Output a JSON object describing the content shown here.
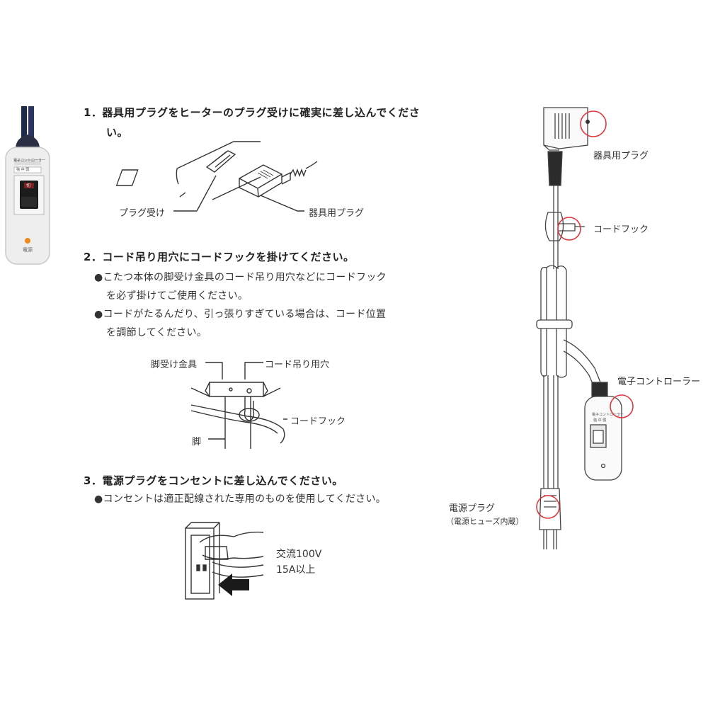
{
  "steps": {
    "s1_line1": "1．器具用プラグをヒーターのプラグ受けに確実に差し込んでくださ",
    "s1_line2": "い。",
    "s2_title": "2．コード吊り用穴にコードフックを掛けてください。",
    "s2_b1_line1": "●こたつ本体の脚受け金具のコード吊り用穴などにコードフック",
    "s2_b1_line2": "を必ず掛けてご使用ください。",
    "s2_b2_line1": "●コードがたるんだり、引っ張りすぎている場合は、コード位置",
    "s2_b2_line2": "を調節してください。",
    "s3_title": "3．電源プラグをコンセントに差し込んでください。",
    "s3_b1": "●コンセントは適正配線された専用のものを使用してください。"
  },
  "fig1": {
    "receptacle": "プラグ受け",
    "appliance_plug": "器具用プラグ"
  },
  "fig2": {
    "leg_bracket": "脚受け金具",
    "cord_hole": "コード吊り用穴",
    "cord_hook": "コードフック",
    "leg": "脚"
  },
  "fig3": {
    "ac_line1": "交流100V",
    "ac_line2": "15A以上"
  },
  "product": {
    "panel_text_top": "電子コントローラー",
    "panel_text_mid": "強 中 弱",
    "switch_mark": "切",
    "lamp_label": "電源"
  },
  "cord": {
    "appliance_plug": "器具用プラグ",
    "cord_hook": "コードフック",
    "controller": "電子コントローラー",
    "power_plug": "電源プラグ",
    "power_plug_note": "（電源ヒューズ内蔵）",
    "mini_panel_1": "電子コントローラー",
    "mini_panel_2": "強 中 弱"
  },
  "colors": {
    "highlight": "#e0373c",
    "line": "#333333",
    "cord_blue": "#1f2a4a"
  }
}
